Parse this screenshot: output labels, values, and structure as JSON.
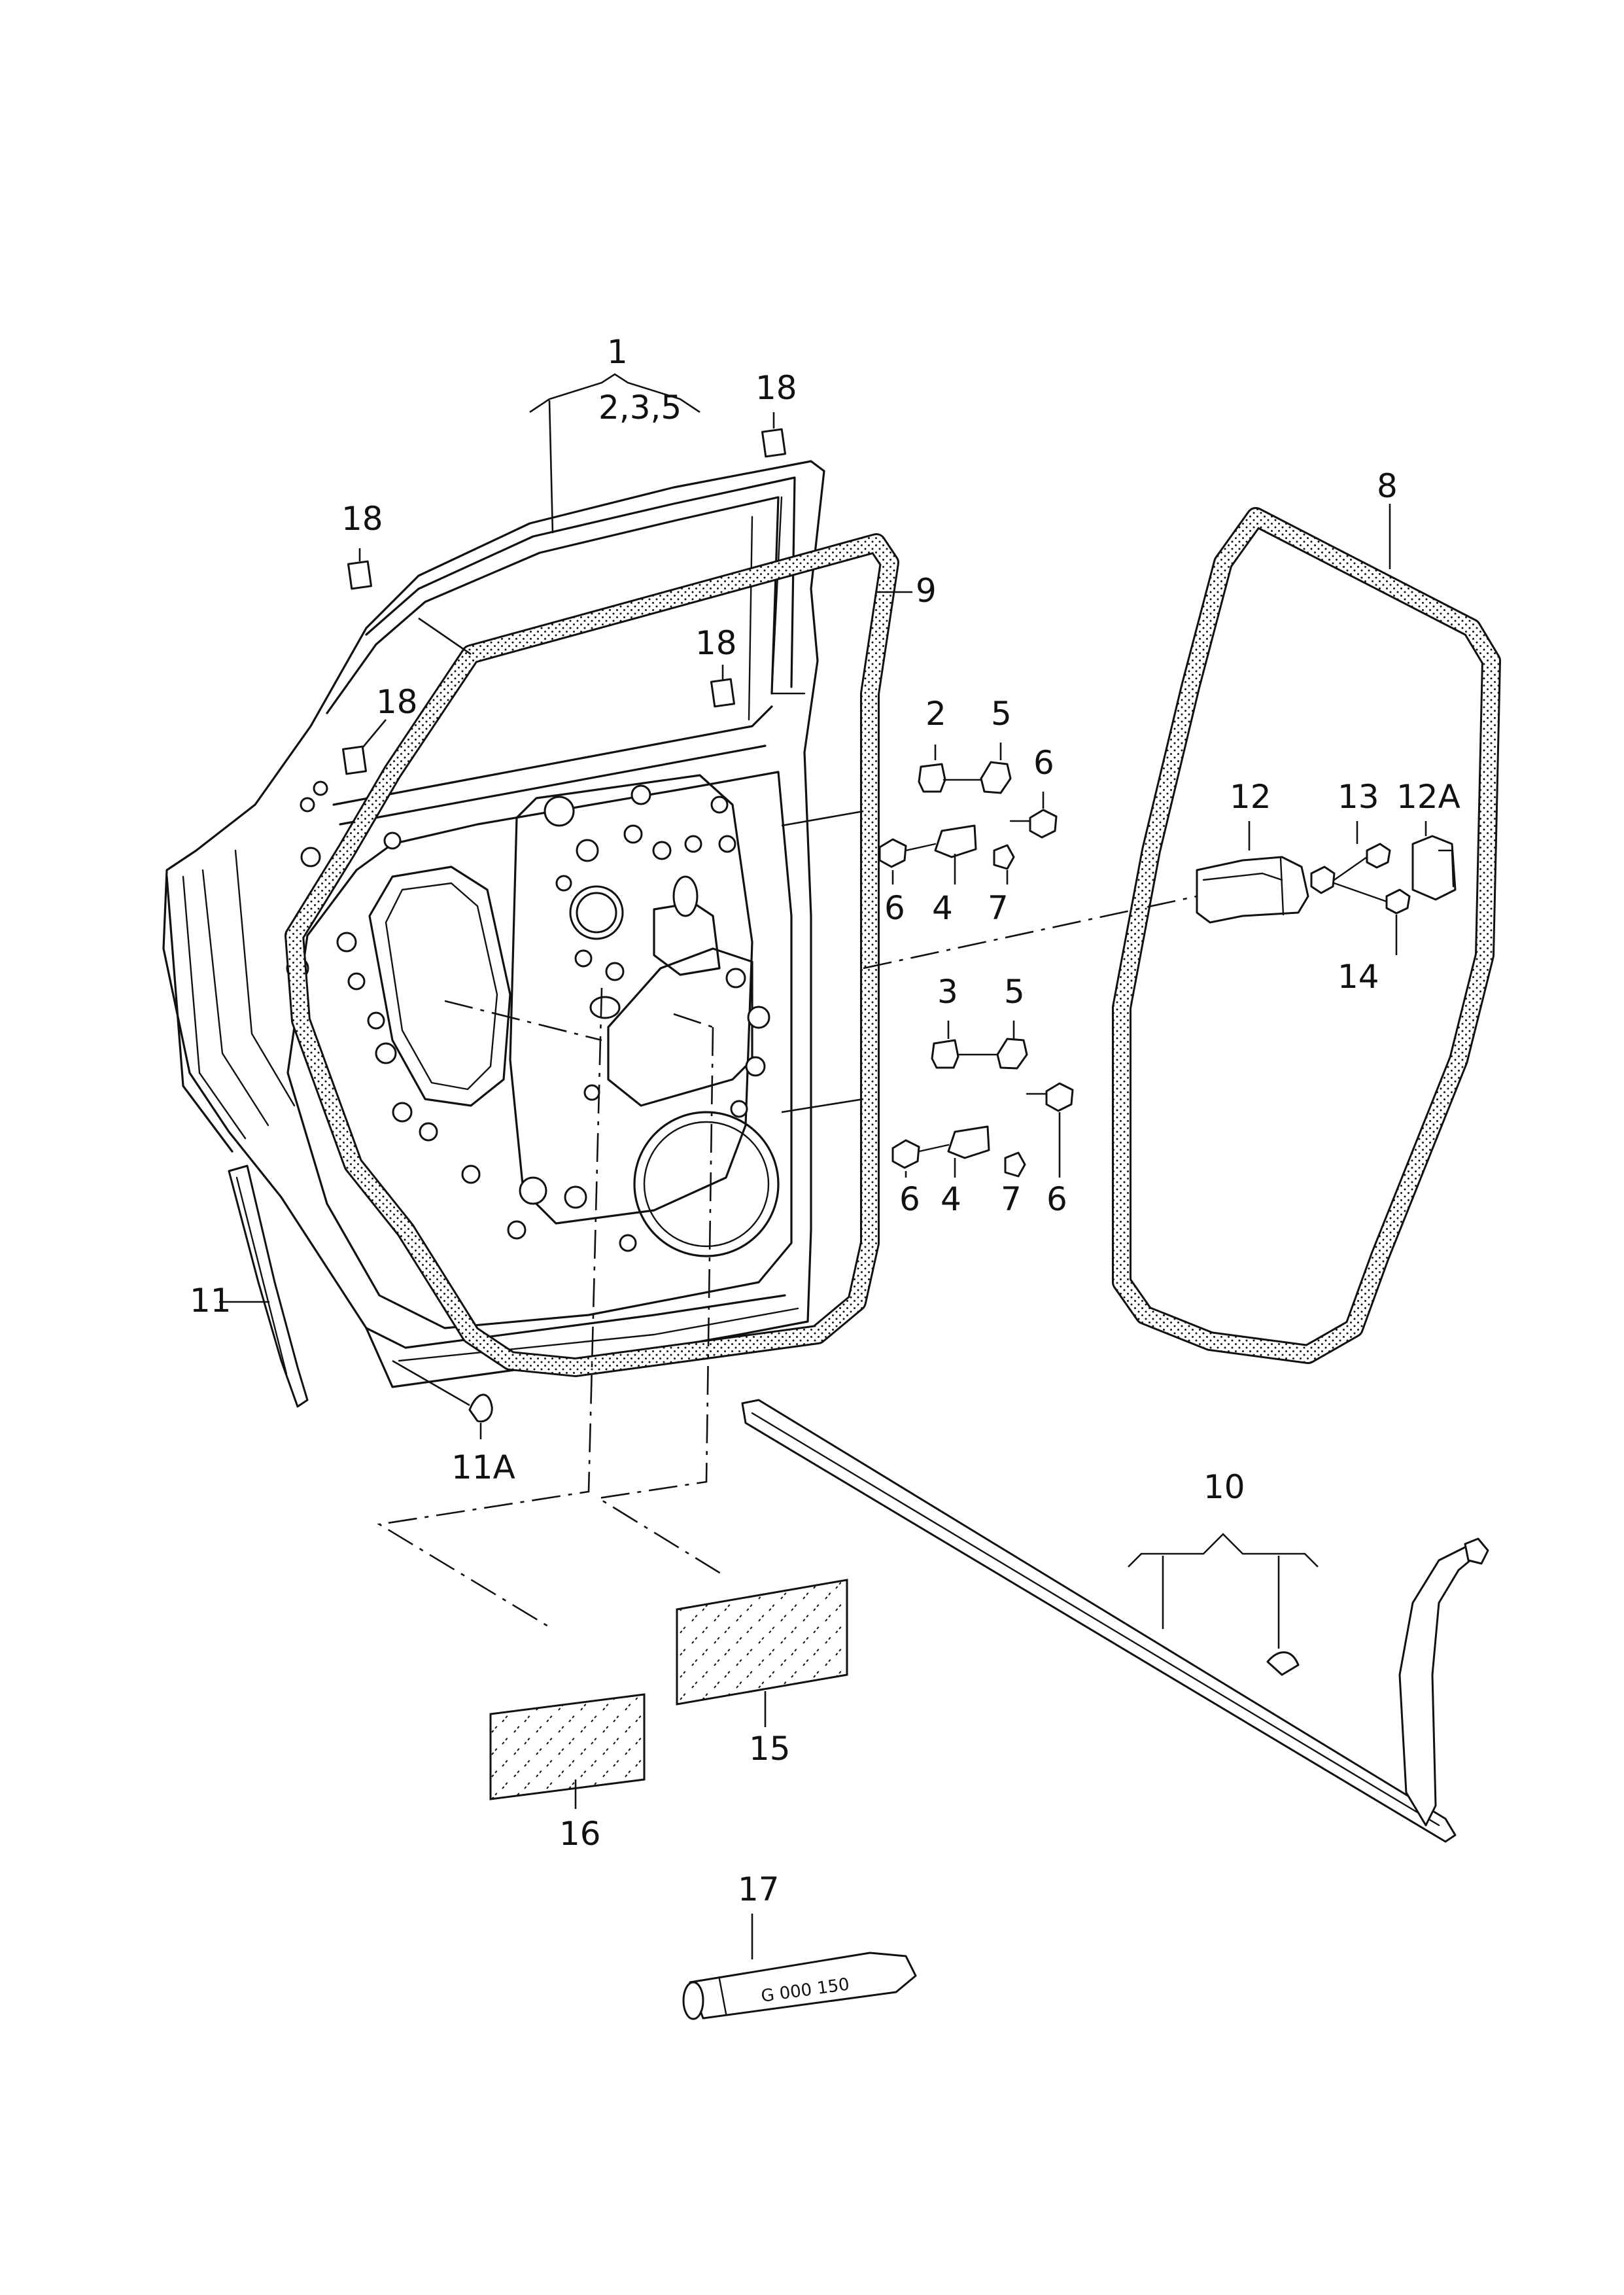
{
  "callouts": {
    "c1": "1",
    "c1_sub": "2,3,5",
    "c18a": "18",
    "c18b": "18",
    "c18c": "18",
    "c18d": "18",
    "c9": "9",
    "c8": "8",
    "c2": "2",
    "c5a": "5",
    "c6a": "6",
    "c6b": "6",
    "c4a": "4",
    "c7a": "7",
    "c3": "3",
    "c5b": "5",
    "c6c": "6",
    "c4b": "4",
    "c7b": "7",
    "c6d": "6",
    "c12": "12",
    "c13": "13",
    "c12a": "12A",
    "c14": "14",
    "c11": "11",
    "c11a": "11A",
    "c10": "10",
    "c16": "16",
    "c15": "15",
    "c17": "17"
  },
  "tube_label": "G 000 150",
  "colors": {
    "line": "#111111",
    "background": "#ffffff"
  }
}
